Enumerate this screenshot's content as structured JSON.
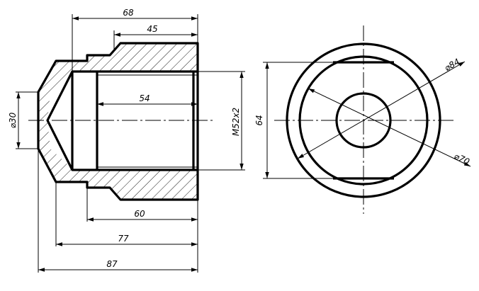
{
  "dimensions": {
    "d68": "68",
    "d45": "45",
    "d54": "54",
    "d60": "60",
    "d77": "77",
    "d87": "87",
    "d30": "⌀30",
    "thread": "M52x2",
    "d64": "64",
    "d84": "⌀84",
    "d70": "⌀70"
  }
}
